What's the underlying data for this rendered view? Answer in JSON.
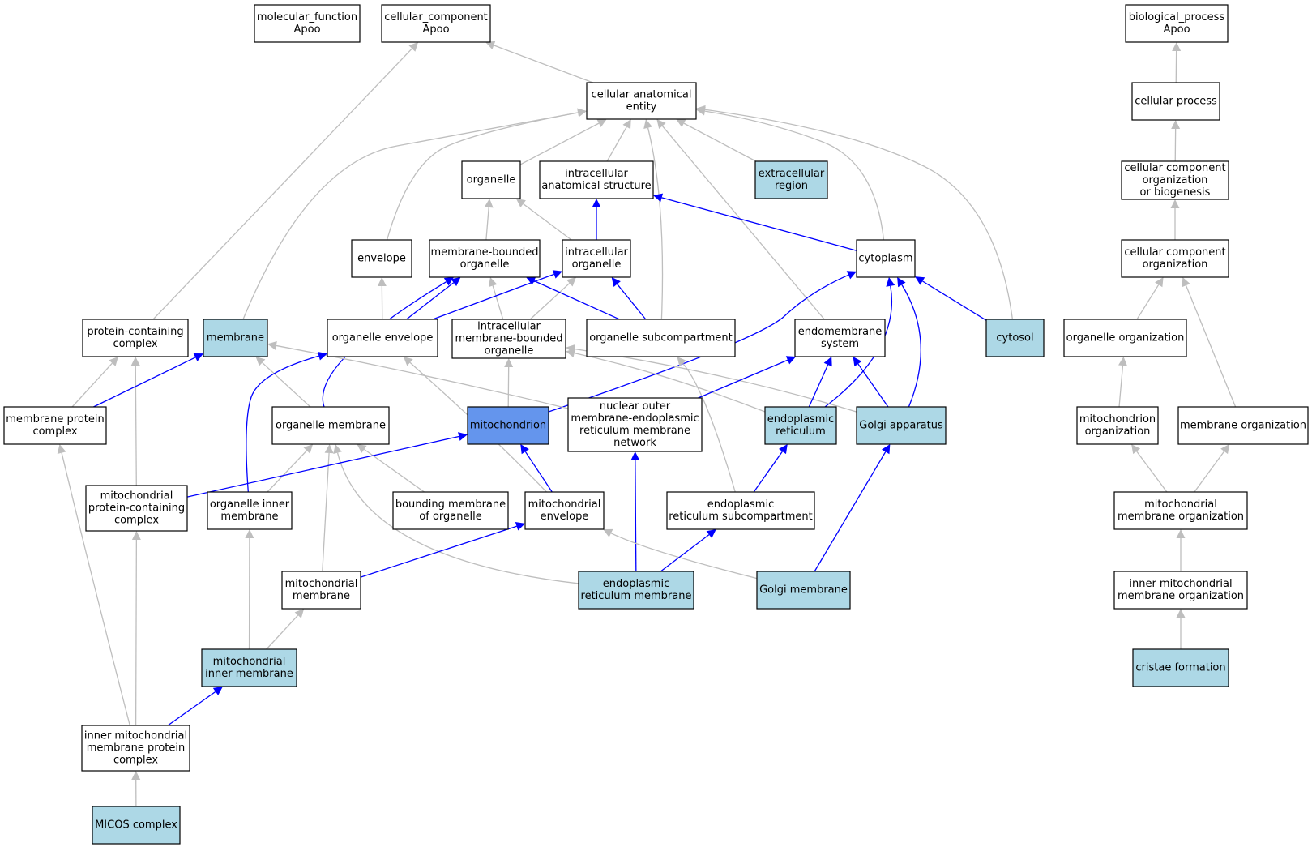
{
  "colors": {
    "node_default": "#ffffff",
    "node_annotated": "#add8e6",
    "node_focus": "#6495ed",
    "edge_gray": "#bebebe",
    "edge_blue": "#0000ff"
  },
  "nodes": [
    {
      "id": "mf",
      "lines": [
        "molecular_function",
        "Apoo"
      ],
      "fill": "default"
    },
    {
      "id": "cc",
      "lines": [
        "cellular_component",
        "Apoo"
      ],
      "fill": "default"
    },
    {
      "id": "bp",
      "lines": [
        "biological_process",
        "Apoo"
      ],
      "fill": "default"
    },
    {
      "id": "cae",
      "lines": [
        "cellular anatomical",
        "entity"
      ],
      "fill": "default"
    },
    {
      "id": "cp",
      "lines": [
        "cellular process"
      ],
      "fill": "default"
    },
    {
      "id": "organelle",
      "lines": [
        "organelle"
      ],
      "fill": "default"
    },
    {
      "id": "ias",
      "lines": [
        "intracellular",
        "anatomical structure"
      ],
      "fill": "default"
    },
    {
      "id": "extra",
      "lines": [
        "extracellular",
        "region"
      ],
      "fill": "annotated"
    },
    {
      "id": "ccob",
      "lines": [
        "cellular component",
        "organization",
        "or biogenesis"
      ],
      "fill": "default"
    },
    {
      "id": "envelope",
      "lines": [
        "envelope"
      ],
      "fill": "default"
    },
    {
      "id": "mbo",
      "lines": [
        "membrane-bounded",
        "organelle"
      ],
      "fill": "default"
    },
    {
      "id": "io",
      "lines": [
        "intracellular",
        "organelle"
      ],
      "fill": "default"
    },
    {
      "id": "cytoplasm",
      "lines": [
        "cytoplasm"
      ],
      "fill": "default"
    },
    {
      "id": "cco",
      "lines": [
        "cellular component",
        "organization"
      ],
      "fill": "default"
    },
    {
      "id": "pcc",
      "lines": [
        "protein-containing",
        "complex"
      ],
      "fill": "default"
    },
    {
      "id": "membrane",
      "lines": [
        "membrane"
      ],
      "fill": "annotated"
    },
    {
      "id": "oenv",
      "lines": [
        "organelle envelope"
      ],
      "fill": "default"
    },
    {
      "id": "imbo",
      "lines": [
        "intracellular",
        "membrane-bounded",
        "organelle"
      ],
      "fill": "default"
    },
    {
      "id": "osub",
      "lines": [
        "organelle subcompartment"
      ],
      "fill": "default"
    },
    {
      "id": "ems",
      "lines": [
        "endomembrane",
        "system"
      ],
      "fill": "default"
    },
    {
      "id": "cytosol",
      "lines": [
        "cytosol"
      ],
      "fill": "annotated"
    },
    {
      "id": "oo",
      "lines": [
        "organelle organization"
      ],
      "fill": "default"
    },
    {
      "id": "mpc",
      "lines": [
        "membrane protein",
        "complex"
      ],
      "fill": "default"
    },
    {
      "id": "om",
      "lines": [
        "organelle membrane"
      ],
      "fill": "default"
    },
    {
      "id": "mito",
      "lines": [
        "mitochondrion"
      ],
      "fill": "focus"
    },
    {
      "id": "nomer",
      "lines": [
        "nuclear outer",
        "membrane-endoplasmic",
        "reticulum membrane",
        "network"
      ],
      "fill": "default"
    },
    {
      "id": "er",
      "lines": [
        "endoplasmic",
        "reticulum"
      ],
      "fill": "annotated"
    },
    {
      "id": "golgi",
      "lines": [
        "Golgi apparatus"
      ],
      "fill": "annotated"
    },
    {
      "id": "mo",
      "lines": [
        "mitochondrion",
        "organization"
      ],
      "fill": "default"
    },
    {
      "id": "memo",
      "lines": [
        "membrane organization"
      ],
      "fill": "default"
    },
    {
      "id": "mpcc",
      "lines": [
        "mitochondrial",
        "protein-containing",
        "complex"
      ],
      "fill": "default"
    },
    {
      "id": "oim",
      "lines": [
        "organelle inner",
        "membrane"
      ],
      "fill": "default"
    },
    {
      "id": "bmo",
      "lines": [
        "bounding membrane",
        "of organelle"
      ],
      "fill": "default"
    },
    {
      "id": "menv",
      "lines": [
        "mitochondrial",
        "envelope"
      ],
      "fill": "default"
    },
    {
      "id": "ersub",
      "lines": [
        "endoplasmic",
        "reticulum subcompartment"
      ],
      "fill": "default"
    },
    {
      "id": "mmo",
      "lines": [
        "mitochondrial",
        "membrane organization"
      ],
      "fill": "default"
    },
    {
      "id": "mm",
      "lines": [
        "mitochondrial",
        "membrane"
      ],
      "fill": "default"
    },
    {
      "id": "erm",
      "lines": [
        "endoplasmic",
        "reticulum membrane"
      ],
      "fill": "annotated"
    },
    {
      "id": "gm",
      "lines": [
        "Golgi membrane"
      ],
      "fill": "annotated"
    },
    {
      "id": "immo",
      "lines": [
        "inner mitochondrial",
        "membrane organization"
      ],
      "fill": "default"
    },
    {
      "id": "mim",
      "lines": [
        "mitochondrial",
        "inner membrane"
      ],
      "fill": "annotated"
    },
    {
      "id": "cf",
      "lines": [
        "cristae formation"
      ],
      "fill": "annotated"
    },
    {
      "id": "impc",
      "lines": [
        "inner mitochondrial",
        "membrane protein",
        "complex"
      ],
      "fill": "default"
    },
    {
      "id": "micos",
      "lines": [
        "MICOS complex"
      ],
      "fill": "annotated"
    }
  ],
  "edges": [
    {
      "from": "cae",
      "to": "cc",
      "color": "gray"
    },
    {
      "from": "pcc",
      "to": "cc",
      "color": "gray"
    },
    {
      "from": "cp",
      "to": "bp",
      "color": "gray"
    },
    {
      "from": "ccob",
      "to": "cp",
      "color": "gray"
    },
    {
      "from": "cco",
      "to": "ccob",
      "color": "gray"
    },
    {
      "from": "oo",
      "to": "cco",
      "color": "gray"
    },
    {
      "from": "memo",
      "to": "cco",
      "color": "gray"
    },
    {
      "from": "mo",
      "to": "oo",
      "color": "gray"
    },
    {
      "from": "mmo",
      "to": "mo",
      "color": "gray"
    },
    {
      "from": "mmo",
      "to": "memo",
      "color": "gray"
    },
    {
      "from": "immo",
      "to": "mmo",
      "color": "gray"
    },
    {
      "from": "cf",
      "to": "immo",
      "color": "gray"
    },
    {
      "from": "organelle",
      "to": "cae",
      "color": "gray"
    },
    {
      "from": "ias",
      "to": "cae",
      "color": "gray"
    },
    {
      "from": "extra",
      "to": "cae",
      "color": "gray"
    },
    {
      "from": "envelope",
      "to": "cae",
      "color": "gray"
    },
    {
      "from": "membrane",
      "to": "cae",
      "color": "gray"
    },
    {
      "from": "cytoplasm",
      "to": "cae",
      "color": "gray"
    },
    {
      "from": "cytosol",
      "to": "cae",
      "color": "gray"
    },
    {
      "from": "ems",
      "to": "cae",
      "color": "gray"
    },
    {
      "from": "osub",
      "to": "cae",
      "color": "gray"
    },
    {
      "from": "mbo",
      "to": "organelle",
      "color": "gray"
    },
    {
      "from": "io",
      "to": "organelle",
      "color": "gray"
    },
    {
      "from": "io",
      "to": "ias",
      "color": "blue"
    },
    {
      "from": "cytoplasm",
      "to": "ias",
      "color": "blue"
    },
    {
      "from": "oenv",
      "to": "envelope",
      "color": "gray"
    },
    {
      "from": "imbo",
      "to": "mbo",
      "color": "gray"
    },
    {
      "from": "imbo",
      "to": "io",
      "color": "gray"
    },
    {
      "from": "oenv",
      "to": "mbo",
      "color": "blue"
    },
    {
      "from": "oenv",
      "to": "io",
      "color": "blue"
    },
    {
      "from": "osub",
      "to": "mbo",
      "color": "blue"
    },
    {
      "from": "osub",
      "to": "io",
      "color": "blue"
    },
    {
      "from": "om",
      "to": "mbo",
      "color": "blue"
    },
    {
      "from": "cytosol",
      "to": "cytoplasm",
      "color": "blue"
    },
    {
      "from": "mito",
      "to": "cytoplasm",
      "color": "blue"
    },
    {
      "from": "er",
      "to": "cytoplasm",
      "color": "blue"
    },
    {
      "from": "golgi",
      "to": "cytoplasm",
      "color": "blue"
    },
    {
      "from": "mpc",
      "to": "pcc",
      "color": "gray"
    },
    {
      "from": "mpcc",
      "to": "pcc",
      "color": "gray"
    },
    {
      "from": "mpc",
      "to": "membrane",
      "color": "blue"
    },
    {
      "from": "om",
      "to": "membrane",
      "color": "gray"
    },
    {
      "from": "nomer",
      "to": "membrane",
      "color": "gray"
    },
    {
      "from": "oim",
      "to": "oenv",
      "color": "blue"
    },
    {
      "from": "menv",
      "to": "oenv",
      "color": "gray"
    },
    {
      "from": "mito",
      "to": "imbo",
      "color": "gray"
    },
    {
      "from": "er",
      "to": "imbo",
      "color": "gray"
    },
    {
      "from": "golgi",
      "to": "imbo",
      "color": "gray"
    },
    {
      "from": "ersub",
      "to": "osub",
      "color": "gray"
    },
    {
      "from": "nomer",
      "to": "ems",
      "color": "blue"
    },
    {
      "from": "er",
      "to": "ems",
      "color": "blue"
    },
    {
      "from": "golgi",
      "to": "ems",
      "color": "blue"
    },
    {
      "from": "impc",
      "to": "mpc",
      "color": "gray"
    },
    {
      "from": "oim",
      "to": "om",
      "color": "gray"
    },
    {
      "from": "bmo",
      "to": "om",
      "color": "gray"
    },
    {
      "from": "mm",
      "to": "om",
      "color": "gray"
    },
    {
      "from": "erm",
      "to": "om",
      "color": "gray"
    },
    {
      "from": "mpcc",
      "to": "mito",
      "color": "blue"
    },
    {
      "from": "menv",
      "to": "mito",
      "color": "blue"
    },
    {
      "from": "erm",
      "to": "nomer",
      "color": "blue"
    },
    {
      "from": "ersub",
      "to": "er",
      "color": "blue"
    },
    {
      "from": "gm",
      "to": "golgi",
      "color": "blue"
    },
    {
      "from": "impc",
      "to": "mpcc",
      "color": "gray"
    },
    {
      "from": "mim",
      "to": "oim",
      "color": "gray"
    },
    {
      "from": "mm",
      "to": "menv",
      "color": "blue"
    },
    {
      "from": "gm",
      "to": "menv",
      "color": "gray"
    },
    {
      "from": "erm",
      "to": "ersub",
      "color": "blue"
    },
    {
      "from": "mim",
      "to": "mm",
      "color": "gray"
    },
    {
      "from": "impc",
      "to": "mim",
      "color": "blue"
    },
    {
      "from": "micos",
      "to": "impc",
      "color": "gray"
    }
  ]
}
